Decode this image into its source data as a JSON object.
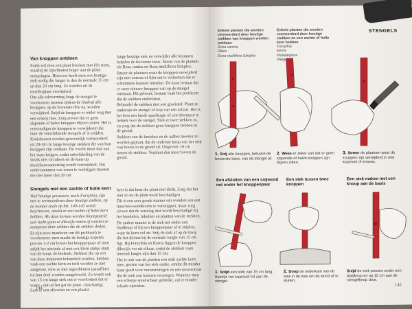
{
  "left_page": {
    "page_number": "144",
    "section1": {
      "heading": "Van knoppen ontdoen",
      "col_a": [
        "Soms wil men een plant kweken met één stam, waarbij de zijscheuten hoger aan de plant ontspringen. Hiervoor heeft men een houtige stek nodig die langer is dan de normale 15 cm en dan 23 cm lang. Ze worden uit de moederplant verwijderd.",
        "Om alle takvorming langs de stengel te voorkomen moeten tijdens de bladval alle knoppen, op de bovenste drie na, worden verwijderd. Snijd de knoppen er onder weg met een scherp mes. Zorg ervoor dat er geen slapende of halve knoppen blijven zitten. Het is eenvoudiger de knoppen te verwijderen die later de verschillende stengels af te snijden. Kruisbessen worden gewoonlijk vermeerderd uit 20-38 cm lange houtige stekken die van hun knoppen zijn ontdaan. De vrucht moet dan aan het stam krijgen, zodat ontwikkeling van de struik niet circuleert en de kans op meeldauwaantasting wordt verminderd. Om onderstammen van rozen te verkrijgen moeten die niet meer dan 20 cm"
      ],
      "col_b": [
        "lange houtige stek en verwijder alle knoppen behalve de bovenste twee. Neem van de planten als Rosa canina en Rosa multiflora Simplex.",
        "Smeer de plaatsen waar de knoppen verwijderd zijn met entwas of lijm om te verkomen dat er schimmels kunnen intreden. De kans bestaat dat er weer nieuwe knoppen van op de stengel ontstaan. Dit gebeurt, bestaat vaak het probleem dat de stekken onderlaten.",
        "Behandel de stekken met een groeistof. Plant ze onderaan de stengel of kop van een schaal. Het is het best een brede spuitkopje of een bloempot te nemen voor de stengel. Stek er twee stekken in, en zorg dat de stekken geen knoppen hebben in de grond.",
        "Stekken van de kruisbes en de aalbes moeten zo worden geplant, dat de onderste knop van het stek van boven in de grond zit. Ongeveer 10 cm tussen de stekken. Verplant dan meer boven de grond."
      ]
    },
    "section2": {
      "heading": "Stengels met een zachte of holle kern",
      "col_a": [
        "Veel houtige gewassen, zoals Forsythia, zijn met te vermeerderen door houtige stekken, op de manier zoals op blz. 140-143 wordt beschreven, omdat ze een zachte of holle kern hebben. Als deze kernen worden blootgesteld aan lucht gaan ze dikwijls rotten of worden ze aangetast door ziekten die de stekken doden.",
        "Er zijn twee manieren om dit probleem te voorkomen: men maakt de houtige kopstek precies 1-2 cm boven het knoppenpaar of men snijdt het uiteinde af met een klein stukje stam van de knop: de hielstek. Stekken die op een van deze manieren behandeld worden, hebben vaak een zachte kern en toch worden ze niet aangetast, mits ze met ingrediënten (paraffine) tot hun doel worden aangebracht. Zo wordt ook van 13 cm lange stek om te voorkomen dat er water - dat uit het gat de plant - beschadigt. Laat er een afkoelen en een plaatst"
      ],
      "col_b": [
        "heet is dat hem die plant niet dicht. Zorg dat het niet zo nu de plant nooit beschadigen.",
        "Dit is een zeer goede manier om wonden een een insecten-wondkoorts te verstoppen, maar zorg ervoor dat de wasslag niet wordt beschadigd bij het bundelen, inkuilen en planten van de stekken.",
        "De andere manier is de stek net onder een bladknop of bij een knoppenpaar af te snijden, waar de kern vol zit. Snij de stek af op de knop die het dichtst bij de normale lengte van 15 cm ligt. Bij Forsythia en Kerria liggen de knoppen dikwijls ver uit elkaar, zodat de stekken vaak meestal langer zijn dan 15 cm.",
        "Het is ook van de planten een stuk zachte kern mee, gezien van het stek onder, omdat dit minder kans geeft voor verontreinigen en een snoeischaal dat de stek zou kunnen verzorgen. Wanneer men een scherpe snoeischaar gebruikt, zal er minder schade optreden."
      ]
    }
  },
  "right_page": {
    "page_number": "145",
    "header_title": "STENGELS",
    "header_list": [
      {
        "text": "Enkele planten die worden",
        "bold": true
      },
      {
        "text": "vermeerderd door houtige",
        "bold": true
      },
      {
        "text": "stekken en een zachte of holle",
        "bold": true
      },
      {
        "text": "kern hebben",
        "bold": true
      },
      {
        "text": "Forsythia",
        "bold": false
      },
      {
        "text": "Kerria",
        "bold": false
      },
      {
        "text": "Philadelphus",
        "bold": false
      },
      {
        "text": "Weigela",
        "bold": false
      }
    ],
    "header_list_left": [
      {
        "text": "Enkele planten die worden",
        "bold": true
      },
      {
        "text": "vermeerderd door houtige",
        "bold": true
      },
      {
        "text": "stekken van knoppen worden",
        "bold": true
      },
      {
        "text": "ontdaan",
        "bold": true
      },
      {
        "text": "Rosa canina",
        "bold": false
      },
      {
        "text": "Ribes",
        "bold": false
      },
      {
        "text": "Rosa multiflora Simplex",
        "bold": false
      }
    ],
    "top_captions": [
      {
        "num": "1.",
        "bold": "Snij",
        "text": "alle knoppen, behalve de bovenste twee, van de stengel af."
      },
      {
        "num": "2.",
        "bold": "Wees",
        "text": "er zeker van dat er geen slapende of halve knoppen zijn blijven zitten."
      },
      {
        "num": "3.",
        "bold": "Smeer",
        "text": "de plaatsen waar de knoppen zijn verwijderd in met kaarsvet of entwas."
      }
    ],
    "mid_heads": [
      "Een afsluiten van een snijwond\nnet onder het knoppenpaar",
      "Een stek tussen twee knoppen",
      "Een stek maken met een\nknoop aan de basis"
    ],
    "bottom_captions": [
      {
        "num": "1.",
        "bold": "Snijd",
        "text": "een stek van 15 cm lang. Bestrijk het kaarsvet tot aan de stengel."
      },
      {
        "num": "2.",
        "bold": "Doop",
        "text": "de onderkant van de stek in de was om de wond af te sluiten."
      },
      {
        "num": "",
        "bold": "Snijd",
        "text": "de stek precies onder een bladknop en op 15 cm aan de stengelknop door."
      }
    ]
  },
  "colors": {
    "stem": "#b8282f",
    "stem_dark": "#7d1c20",
    "hand_line": "#555049",
    "paper": "#f1efea"
  }
}
